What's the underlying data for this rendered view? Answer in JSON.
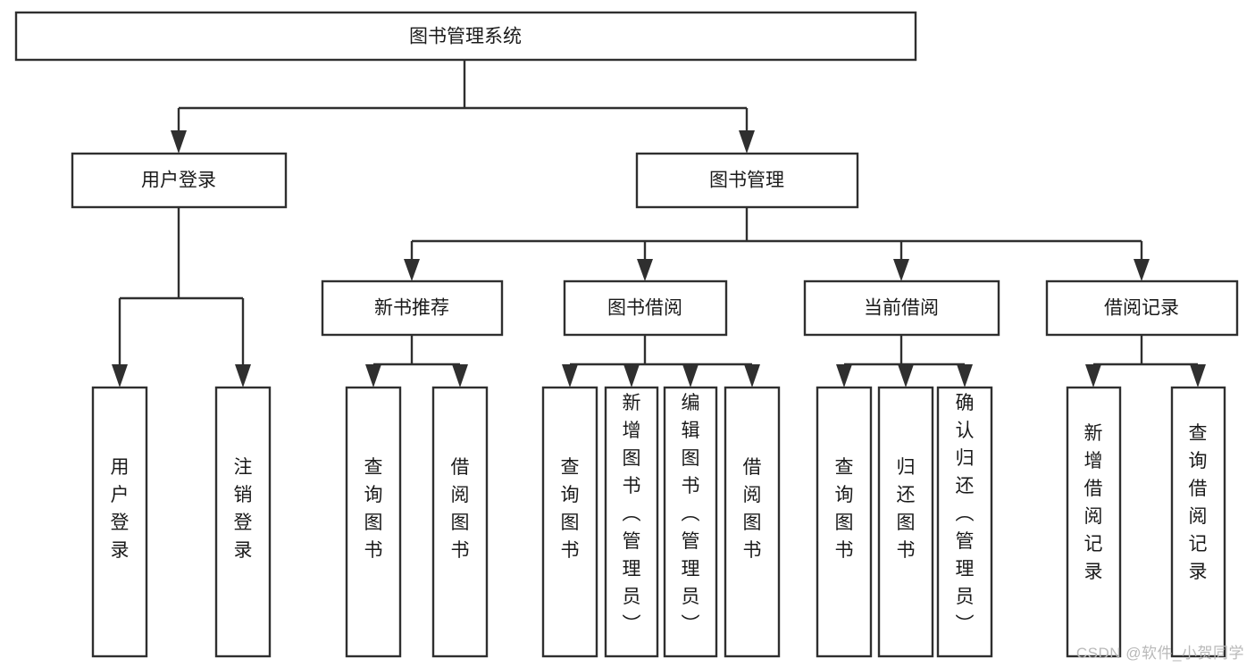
{
  "diagram": {
    "title": "图书管理系统",
    "type": "hierarchy-tree",
    "watermark": "CSDN @软件_小贺同学",
    "colors": {
      "background": "#ffffff",
      "box_border": "#2f2f2f",
      "box_fill": "#ffffff",
      "text": "#1a1a1a",
      "connector": "#2f2f2f",
      "watermark": "#b9b9b9"
    },
    "levels": {
      "root": "图书管理系统",
      "level2": [
        "用户登录",
        "图书管理"
      ],
      "level3": [
        "新书推荐",
        "图书借阅",
        "当前借阅",
        "借阅记录"
      ]
    },
    "nodes": {
      "root": {
        "id": "root",
        "label": "图书管理系统",
        "orientation": "horizontal"
      },
      "user_login": {
        "id": "user_login",
        "label": "用户登录",
        "orientation": "horizontal"
      },
      "book_manage": {
        "id": "book_manage",
        "label": "图书管理",
        "orientation": "horizontal"
      },
      "new_book_rec": {
        "id": "new_book_rec",
        "label": "新书推荐",
        "orientation": "horizontal"
      },
      "book_borrow": {
        "id": "book_borrow",
        "label": "图书借阅",
        "orientation": "horizontal"
      },
      "current_borrow": {
        "id": "current_borrow",
        "label": "当前借阅",
        "orientation": "horizontal"
      },
      "borrow_record": {
        "id": "borrow_record",
        "label": "借阅记录",
        "orientation": "horizontal"
      },
      "leaf_user_login": {
        "id": "leaf_user_login",
        "label": "用户登录",
        "orientation": "vertical"
      },
      "leaf_logout": {
        "id": "leaf_logout",
        "label": "注销登录",
        "orientation": "vertical"
      },
      "leaf_query_book_1": {
        "id": "leaf_query_book_1",
        "label": "查询图书",
        "orientation": "vertical"
      },
      "leaf_borrow_book_1": {
        "id": "leaf_borrow_book_1",
        "label": "借阅图书",
        "orientation": "vertical"
      },
      "leaf_query_book_2": {
        "id": "leaf_query_book_2",
        "label": "查询图书",
        "orientation": "vertical"
      },
      "leaf_add_book": {
        "id": "leaf_add_book",
        "label": "新增图书（管理员）",
        "orientation": "vertical"
      },
      "leaf_edit_book": {
        "id": "leaf_edit_book",
        "label": "编辑图书（管理员）",
        "orientation": "vertical"
      },
      "leaf_borrow_book_2": {
        "id": "leaf_borrow_book_2",
        "label": "借阅图书",
        "orientation": "vertical"
      },
      "leaf_query_book_3": {
        "id": "leaf_query_book_3",
        "label": "查询图书",
        "orientation": "vertical"
      },
      "leaf_return_book": {
        "id": "leaf_return_book",
        "label": "归还图书",
        "orientation": "vertical"
      },
      "leaf_confirm_return": {
        "id": "leaf_confirm_return",
        "label": "确认归还（管理员）",
        "orientation": "vertical"
      },
      "leaf_add_record": {
        "id": "leaf_add_record",
        "label": "新增借阅记录",
        "orientation": "vertical"
      },
      "leaf_query_record": {
        "id": "leaf_query_record",
        "label": "查询借阅记录",
        "orientation": "vertical"
      }
    },
    "edges": [
      {
        "from": "root",
        "to": "user_login"
      },
      {
        "from": "root",
        "to": "book_manage"
      },
      {
        "from": "user_login",
        "to": "leaf_user_login"
      },
      {
        "from": "user_login",
        "to": "leaf_logout"
      },
      {
        "from": "book_manage",
        "to": "new_book_rec"
      },
      {
        "from": "book_manage",
        "to": "book_borrow"
      },
      {
        "from": "book_manage",
        "to": "current_borrow"
      },
      {
        "from": "book_manage",
        "to": "borrow_record"
      },
      {
        "from": "new_book_rec",
        "to": "leaf_query_book_1"
      },
      {
        "from": "new_book_rec",
        "to": "leaf_borrow_book_1"
      },
      {
        "from": "book_borrow",
        "to": "leaf_query_book_2"
      },
      {
        "from": "book_borrow",
        "to": "leaf_add_book"
      },
      {
        "from": "book_borrow",
        "to": "leaf_edit_book"
      },
      {
        "from": "book_borrow",
        "to": "leaf_borrow_book_2"
      },
      {
        "from": "current_borrow",
        "to": "leaf_query_book_3"
      },
      {
        "from": "current_borrow",
        "to": "leaf_return_book"
      },
      {
        "from": "current_borrow",
        "to": "leaf_confirm_return"
      },
      {
        "from": "borrow_record",
        "to": "leaf_add_record"
      },
      {
        "from": "borrow_record",
        "to": "leaf_query_record"
      }
    ]
  }
}
